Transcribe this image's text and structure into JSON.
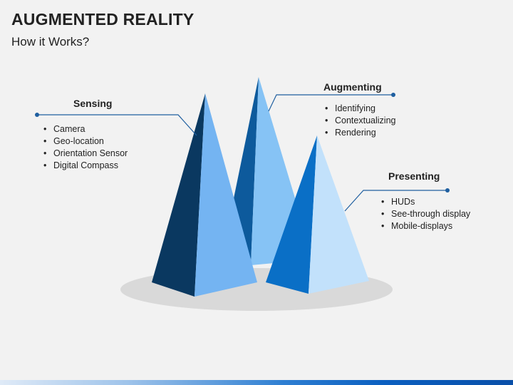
{
  "slide": {
    "title": "AUGMENTED REALITY",
    "subtitle": "How it Works?"
  },
  "sections": {
    "sensing": {
      "heading": "Sensing",
      "items": [
        "Camera",
        "Geo-location",
        "Orientation Sensor",
        "Digital Compass"
      ]
    },
    "augmenting": {
      "heading": "Augmenting",
      "items": [
        "Identifying",
        "Contextualizing",
        "Rendering"
      ]
    },
    "presenting": {
      "heading": "Presenting",
      "items": [
        "HUDs",
        "See-through display",
        "Mobile-displays"
      ]
    }
  },
  "colors": {
    "background": "#f2f2f2",
    "base_ellipse": "#d9d9d9",
    "connector": "#1f5fa0",
    "pyramid_sensing_dark": "#0a3860",
    "pyramid_sensing_light": "#74b4f2",
    "pyramid_augmenting_dark": "#0d5a9c",
    "pyramid_augmenting_light": "#86c3f5",
    "pyramid_presenting_dark": "#0a6fc6",
    "pyramid_presenting_light": "#c2e1fb"
  }
}
